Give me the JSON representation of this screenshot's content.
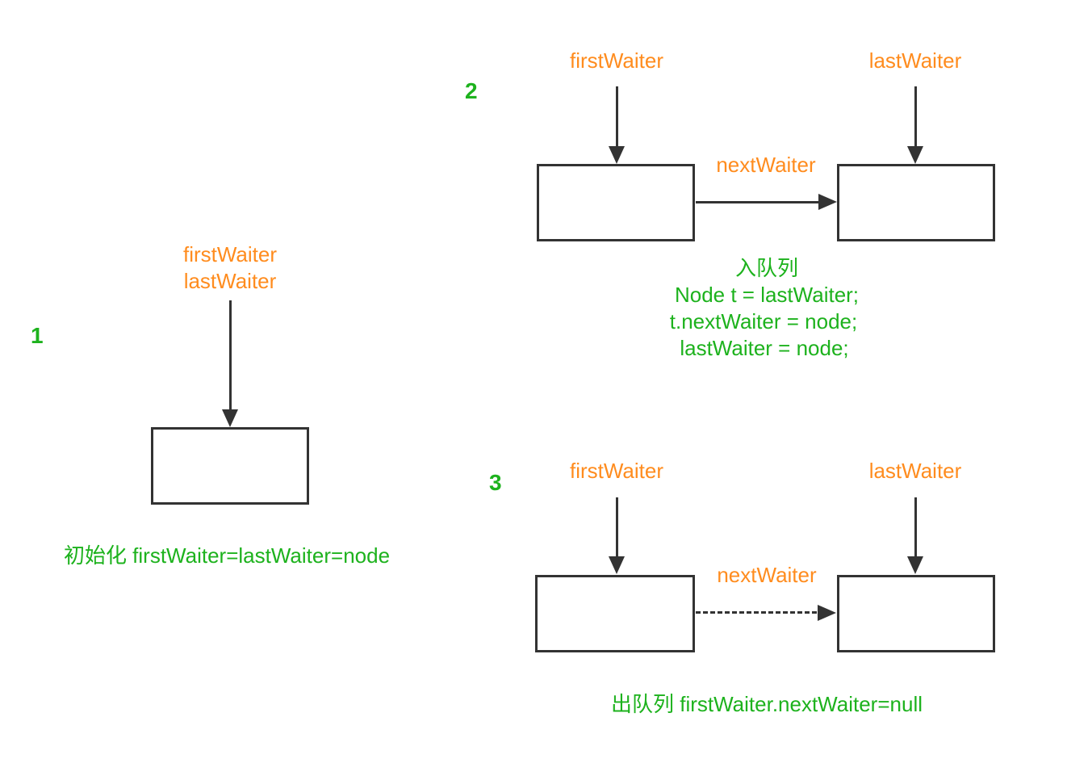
{
  "colors": {
    "orange": "#FF8C1E",
    "green": "#1DB21D",
    "line": "#333333",
    "background": "#FFFFFF"
  },
  "section1": {
    "number": "1",
    "pointer_label_1": "firstWaiter",
    "pointer_label_2": "lastWaiter",
    "caption": "初始化 firstWaiter=lastWaiter=node"
  },
  "section2": {
    "number": "2",
    "first_pointer": "firstWaiter",
    "last_pointer": "lastWaiter",
    "edge_label": "nextWaiter",
    "caption_line1": "入队列",
    "caption_line2": "Node t = lastWaiter;",
    "caption_line3": "t.nextWaiter = node;",
    "caption_line4": "lastWaiter = node;"
  },
  "section3": {
    "number": "3",
    "first_pointer": "firstWaiter",
    "last_pointer": "lastWaiter",
    "edge_label": "nextWaiter",
    "caption": "出队列 firstWaiter.nextWaiter=null"
  }
}
